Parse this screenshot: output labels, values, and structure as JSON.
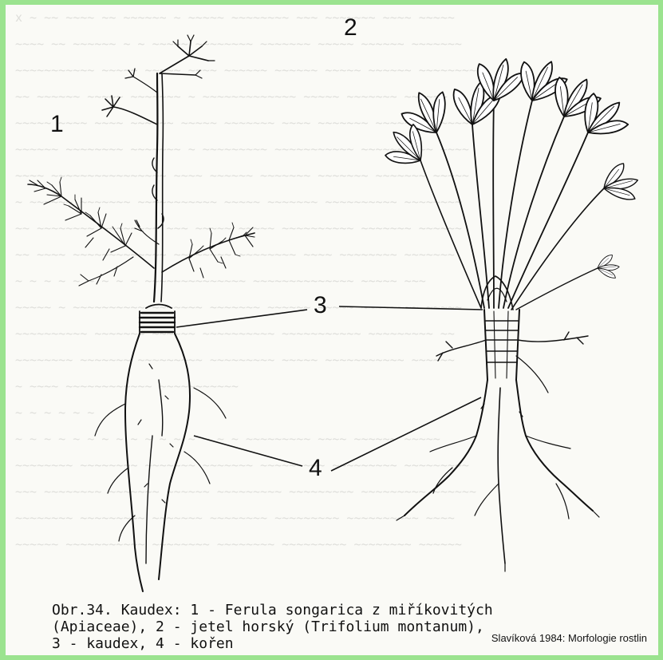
{
  "labels": {
    "plant1": "1",
    "plant2": "2",
    "caudex": "3",
    "root": "4"
  },
  "caption": {
    "line1": "Obr.34. Kaudex: 1 - Ferula songarica z miříkovitých",
    "line2": "(Apiaceae), 2 - jetel horský (Trifolium montanum),",
    "line3": "3 - kaudex, 4 - kořen"
  },
  "credit": "Slavíková 1984: Morfologie rostlin",
  "colors": {
    "frame": "#9be38f",
    "paper": "#fafaf6",
    "ink": "#111111"
  }
}
